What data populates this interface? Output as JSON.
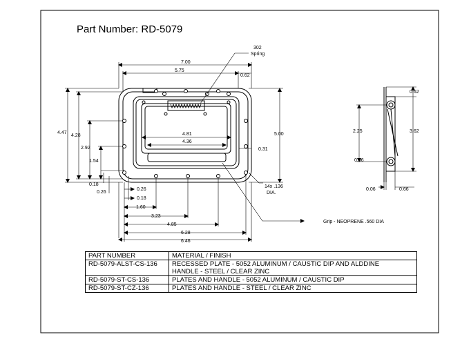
{
  "title": "Part Number: RD-5079",
  "callouts": {
    "spring": [
      "302",
      "Spring"
    ],
    "holes": [
      "14x .136",
      "DIA."
    ],
    "grip": "Grip - NEOPRENE  .560 DIA"
  },
  "dims": {
    "d700": "7.00",
    "d575": "5.75",
    "d062a": "0.62",
    "d500": "5.00",
    "d481": "4.81",
    "d436": "4.36",
    "d031": "0.31",
    "d447": "4.47",
    "d428": "4.28",
    "d292": "2.92",
    "d154": "1.54",
    "d018a": "0.18",
    "d026a": "0.26",
    "d026b": "0.26",
    "d018b": "0.18",
    "d160": "1.60",
    "d323": "3.23",
    "d485": "4.85",
    "d628": "6.28",
    "d646": "6.46",
    "s062": "0.62",
    "s225": "2.25",
    "s362": "3.62",
    "s056": "0.56",
    "s006": "0.06",
    "s066": "0.66"
  },
  "table": {
    "headers": [
      "PART NUMBER",
      "MATERIAL / FINISH"
    ],
    "rows": [
      {
        "part": "RD-5079-ALST-CS-136",
        "material": [
          "RECESSED PLATE  - 5052 ALUMINUM / CAUSTIC DIP AND ALDDINE",
          "HANDLE - STEEL / CLEAR ZINC"
        ]
      },
      {
        "part": "RD-5079-ST-CS-136",
        "material": [
          "PLATES AND HANDLE  - 5052 ALUMINUM / CAUSTIC DIP"
        ]
      },
      {
        "part": "RD-5079-ST-CZ-136",
        "material": [
          "PLATES AND HANDLE  - STEEL / CLEAR ZINC"
        ]
      }
    ]
  }
}
